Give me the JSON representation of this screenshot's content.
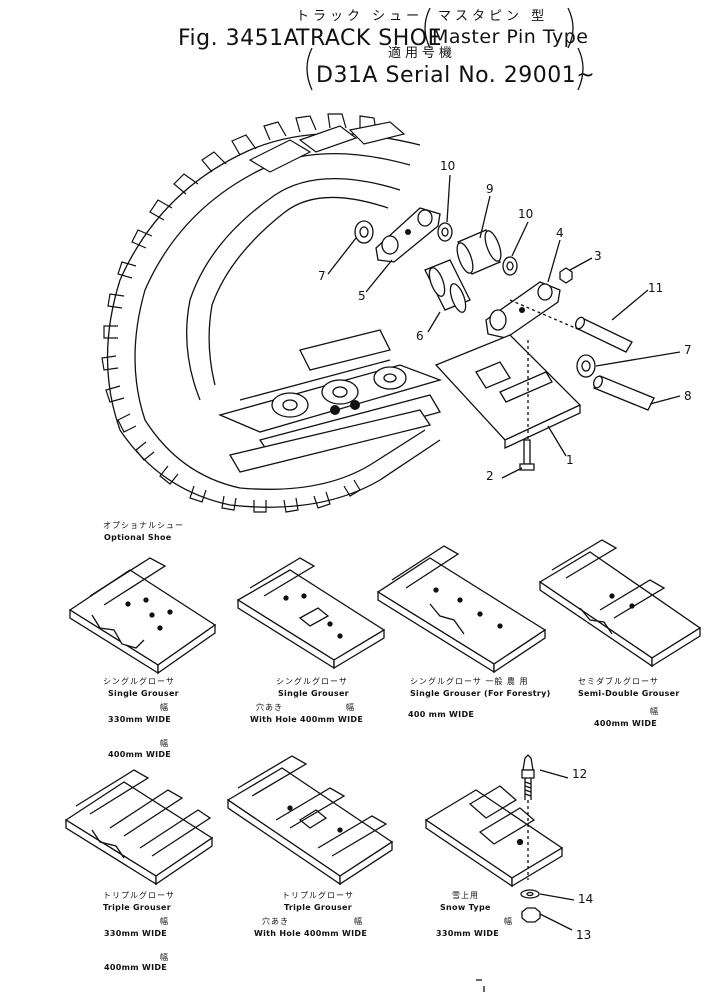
{
  "header": {
    "fig": "Fig. 3451A",
    "title_en": "TRACK SHOE",
    "title_jp": "トラック シュー",
    "subtitle_jp": "マスタピン 型",
    "subtitle_en": "Master Pin Type",
    "applic_jp": "適用号機",
    "applic_en": "D31A Serial No. 29001~"
  },
  "part_numbers": {
    "p1": "1",
    "p2": "2",
    "p3": "3",
    "p4": "4",
    "p5": "5",
    "p6": "6",
    "p7a": "7",
    "p7b": "7",
    "p8": "8",
    "p9": "9",
    "p10a": "10",
    "p10b": "10",
    "p11": "11",
    "p12": "12",
    "p13": "13",
    "p14": "14"
  },
  "optional": {
    "jp": "オプショナルシュー",
    "en": "Optional Shoe"
  },
  "shoes": [
    {
      "jp": "シングルグローサ",
      "en": "Single Grouser",
      "w1_jp": "幅",
      "w1": "330mm WIDE",
      "w2_jp": "幅",
      "w2": "400mm WIDE"
    },
    {
      "jp": "シングルグローサ",
      "en": "Single Grouser",
      "hole_jp": "穴あき",
      "w_jp": "幅",
      "w": "With Hole 400mm WIDE"
    },
    {
      "jp": "シングルグローサ 一般 農 用",
      "en": "Single Grouser (For Forestry)",
      "w": "400 mm WIDE"
    },
    {
      "jp": "セミダブルグローサ",
      "en": "Semi-Double Grouser",
      "w_jp": "幅",
      "w": "400mm WIDE"
    },
    {
      "jp": "トリプルグローサ",
      "en": "Triple Grouser",
      "w1_jp": "幅",
      "w1": "330mm WIDE",
      "w2_jp": "幅",
      "w2": "400mm WIDE"
    },
    {
      "jp": "トリプルグローサ",
      "en": "Triple Grouser",
      "hole_jp": "穴あき",
      "w_jp": "幅",
      "w": "With Hole 400mm WIDE"
    },
    {
      "jp": "雪上用",
      "en": "Snow Type",
      "w_jp": "幅",
      "w": "330mm WIDE"
    }
  ]
}
